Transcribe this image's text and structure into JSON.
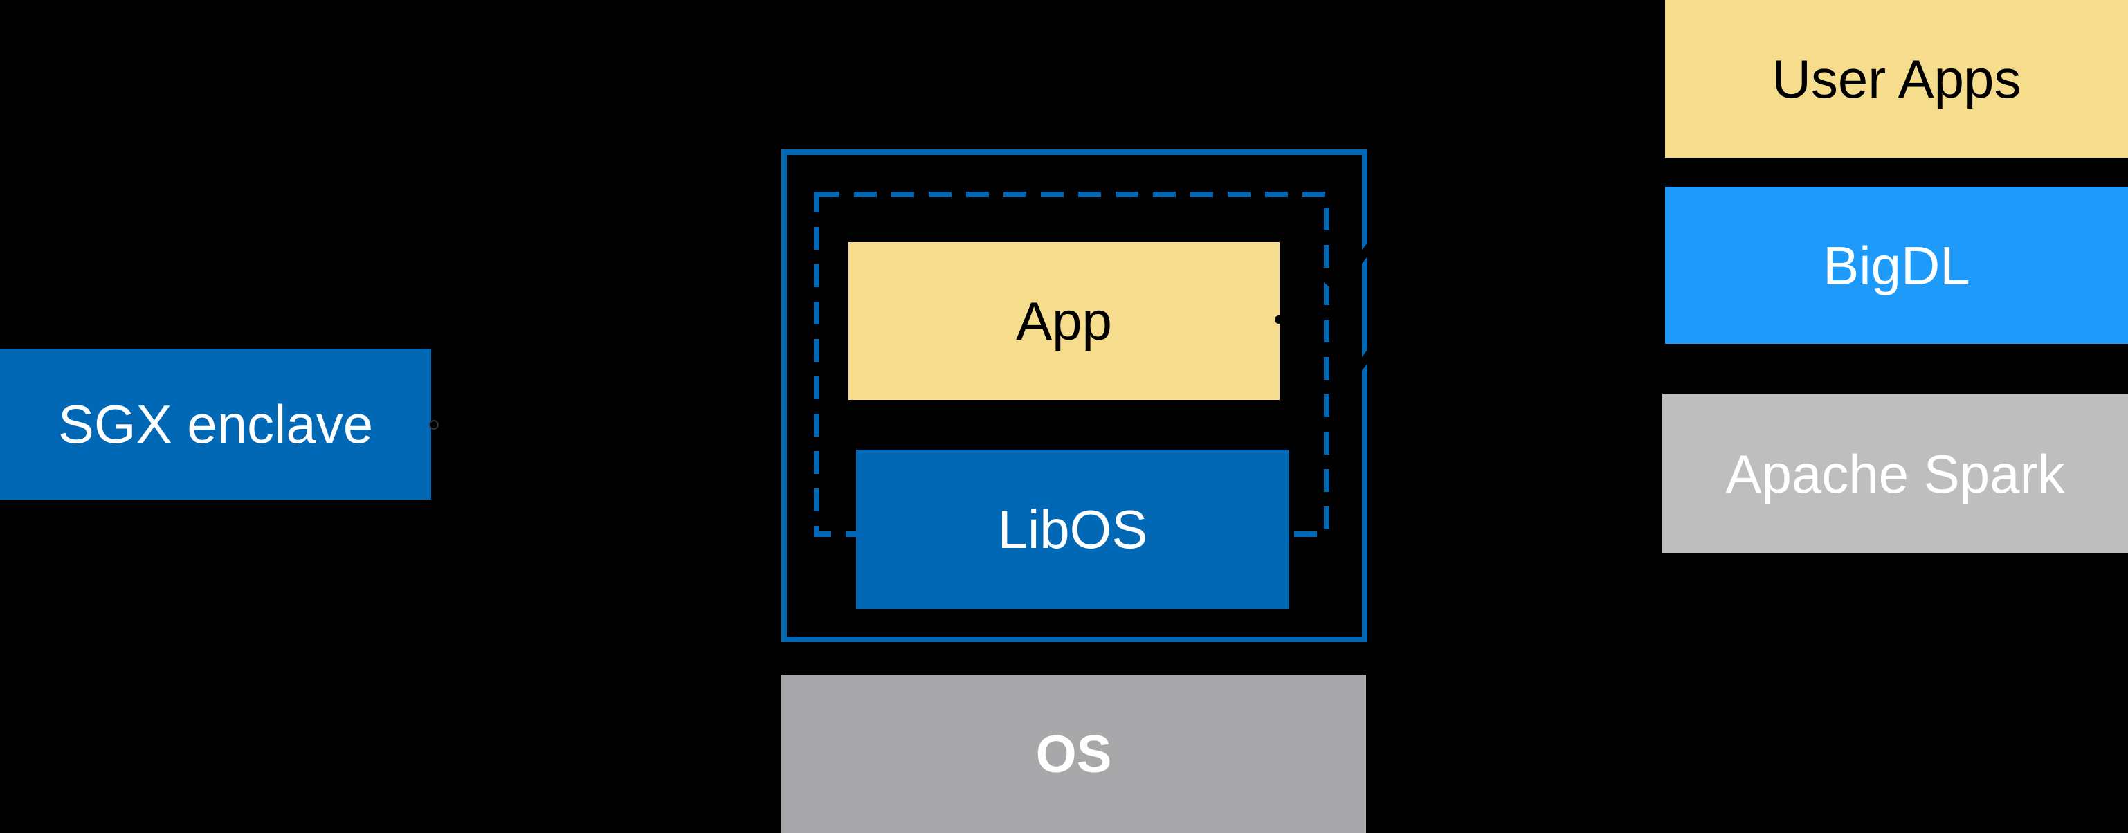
{
  "diagram": {
    "background": "#000000",
    "colors": {
      "intel_blue": "#0068B5",
      "bright_blue": "#1E9AFA",
      "soft_yellow": "#F6DC8D",
      "gray_os": "#A8A8AA",
      "gray_spark": "#BEBEBE",
      "text_dark": "#000000",
      "text_light": "#FFFFFF",
      "remnant_dark": "#000000",
      "remnant_halo": "#333333"
    },
    "sgx_enclave": {
      "label": "SGX enclave"
    },
    "enclave_group": {
      "app": {
        "label": "App"
      },
      "libos": {
        "label": "LibOS"
      },
      "os": {
        "label": "OS"
      }
    },
    "stack": [
      {
        "label": "User Apps"
      },
      {
        "label": "BigDL"
      },
      {
        "label": "Apache Spark"
      }
    ]
  }
}
